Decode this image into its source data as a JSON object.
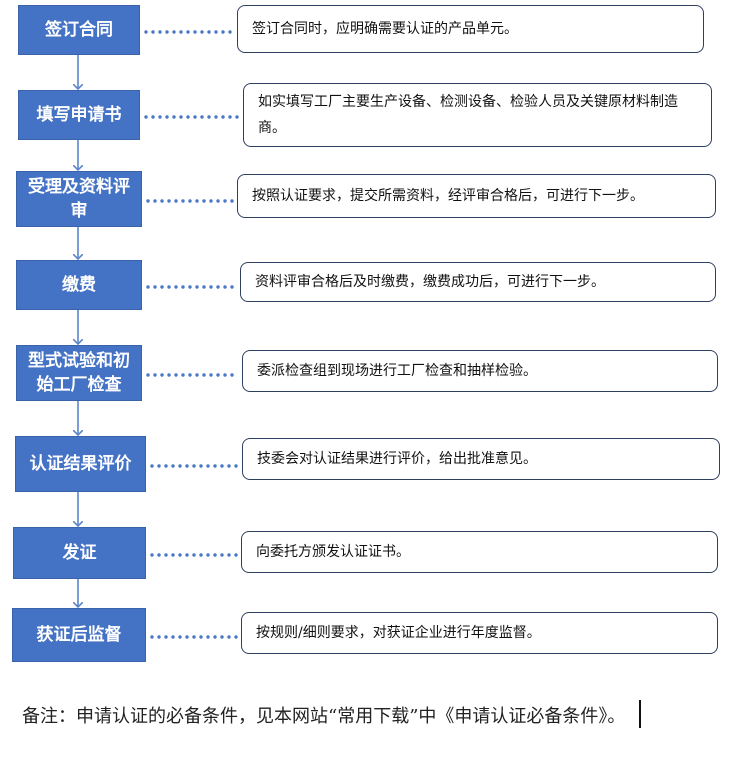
{
  "steps": [
    {
      "label": "签订合同",
      "description": "签订合同时，应明确需要认证的产品单元。"
    },
    {
      "label": "填写申请书",
      "description": "如实填写工厂主要生产设备、检测设备、检验人员及关键原材料制造商。"
    },
    {
      "label": "受理及资料评审",
      "description": "按照认证要求，提交所需资料，经评审合格后，可进行下一步。"
    },
    {
      "label": "缴费",
      "description": "资料评审合格后及时缴费，缴费成功后，可进行下一步。"
    },
    {
      "label": "型式试验和初始工厂检查",
      "description": "委派检查组到现场进行工厂检查和抽样检验。"
    },
    {
      "label": "认证结果评价",
      "description": "技委会对认证结果进行评价，给出批准意见。"
    },
    {
      "label": "发证",
      "description": "向委托方颁发认证证书。"
    },
    {
      "label": "获证后监督",
      "description": "按规则/细则要求，对获证企业进行年度监督。"
    }
  ],
  "note": "备注：申请认证的必备条件，见本网站“常用下载”中《申请认证必备条件》。",
  "colors": {
    "step_fill": "#4472c4",
    "arrow": "#5b86c9",
    "dots": "#4a78c4",
    "box_border": "#2f3f5f"
  }
}
